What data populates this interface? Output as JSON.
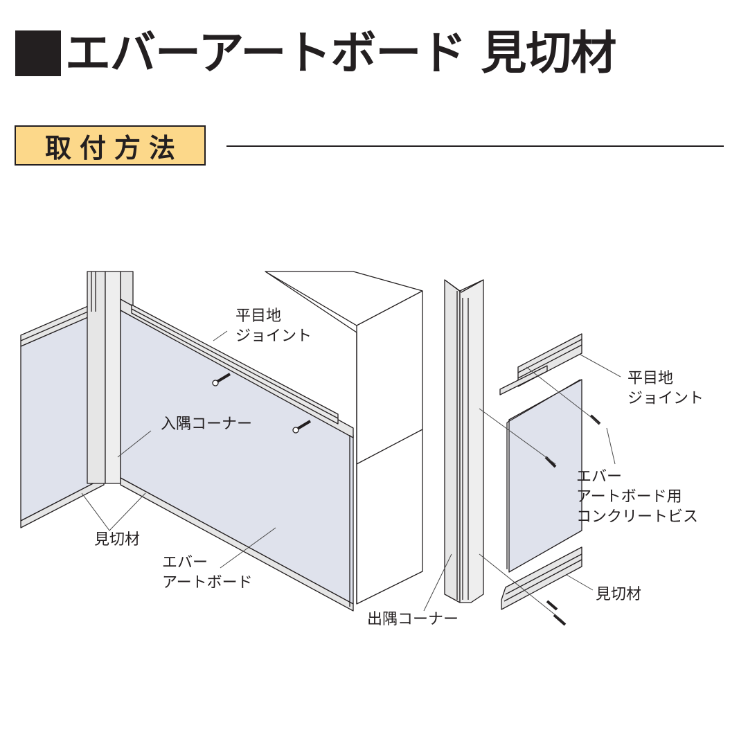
{
  "header": {
    "title": "エバーアートボード 見切材",
    "section_badge": "取付方法"
  },
  "colors": {
    "text": "#231f20",
    "badge_fill": "#fcd88a",
    "board_fill": "#dfe2ec",
    "trim_fill": "#e6e6e6",
    "line": "#4a4a4a"
  },
  "diagram": {
    "left_assembly": {
      "labels": {
        "joint": "平目地\nジョイント",
        "inner_corner": "入隅コーナー",
        "trim": "見切材",
        "board": "エバー\nアートボード",
        "outer_corner": "出隅コーナー"
      }
    },
    "right_exploded": {
      "labels": {
        "joint": "平目地\nジョイント",
        "screw": "エバー\nアートボード用\nコンクリートビス",
        "trim": "見切材"
      }
    }
  }
}
